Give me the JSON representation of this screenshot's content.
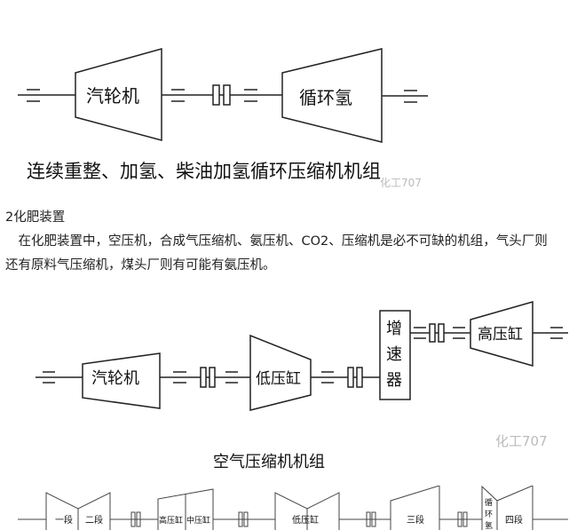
{
  "diagram1": {
    "turbine": "汽轮机",
    "compressor": "循环氢",
    "caption": "连续重整、加氢、柴油加氢循环压缩机机组",
    "watermark": "化工707"
  },
  "section": {
    "heading": "2化肥装置",
    "paragraph_line1": "　在化肥装置中，空压机，合成气压缩机、氨压机、CO2、压缩机是必不可缺的机组，气头厂则",
    "paragraph_line2": "还有原料气压缩机，煤头厂则有可能有氨压机。"
  },
  "diagram2": {
    "turbine": "汽轮机",
    "low_pressure": "低压缸",
    "gearbox": [
      "增",
      "速",
      "器"
    ],
    "high_pressure": "高压缸",
    "caption": "空气压缩机机组",
    "watermark": "化工707"
  },
  "diagram3": {
    "stage1": "一段",
    "stage2": "二段",
    "hp": "高压缸",
    "mp": "中压缸",
    "lp": "低压缸",
    "stage3": "三段",
    "recycle": [
      "循",
      "环",
      "氢"
    ],
    "stage4": "四段"
  }
}
